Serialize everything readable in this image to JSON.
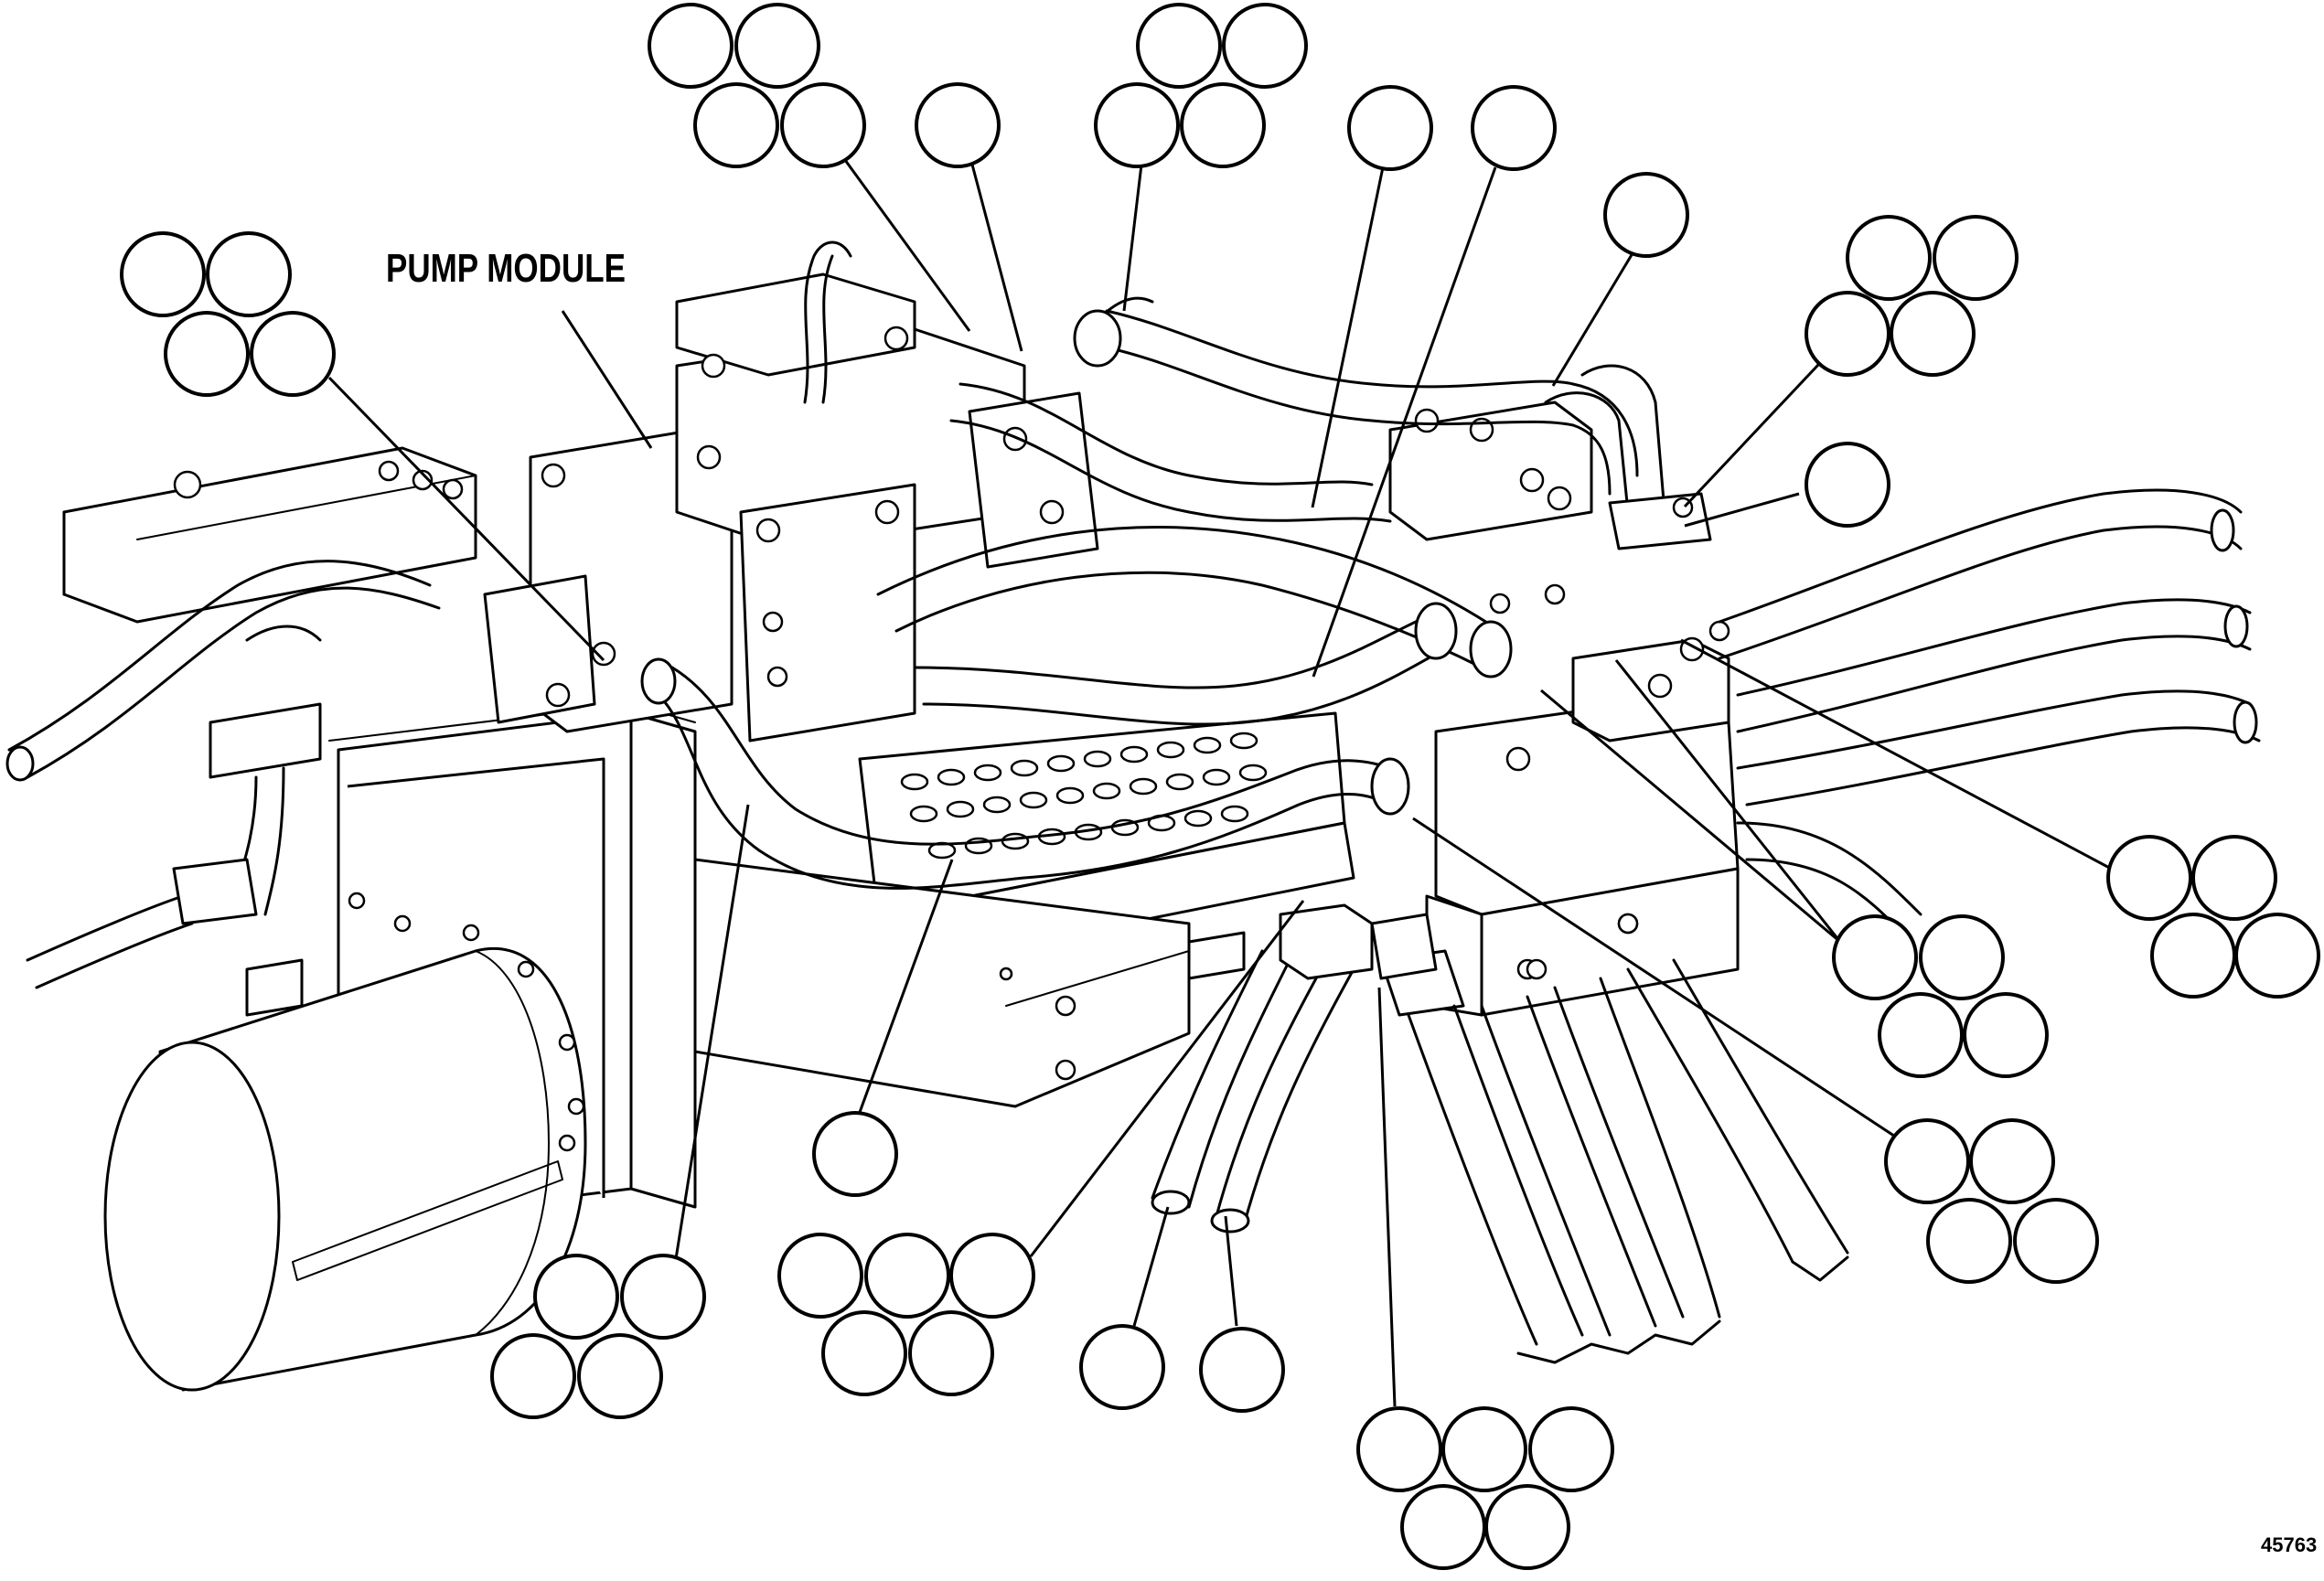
{
  "labels": {
    "pump_module": "PUMP MODULE",
    "figure_number": "45763"
  },
  "callout_groups": [
    {
      "id": "upper-left-cluster",
      "count": 4
    },
    {
      "id": "top-center-cluster",
      "count": 4
    },
    {
      "id": "top-single-a",
      "count": 1
    },
    {
      "id": "top-right-cluster",
      "count": 4
    },
    {
      "id": "top-single-b",
      "count": 1
    },
    {
      "id": "top-single-c",
      "count": 1
    },
    {
      "id": "top-single-d",
      "count": 1
    },
    {
      "id": "right-upper-cluster",
      "count": 4
    },
    {
      "id": "right-single",
      "count": 1
    },
    {
      "id": "right-middle-cluster",
      "count": 4
    },
    {
      "id": "right-lower-cluster",
      "count": 4
    },
    {
      "id": "right-bottom-cluster",
      "count": 4
    },
    {
      "id": "bottom-single-a",
      "count": 1
    },
    {
      "id": "bottom-left-cluster",
      "count": 4
    },
    {
      "id": "bottom-center-cluster",
      "count": 5
    },
    {
      "id": "bottom-single-b",
      "count": 1
    },
    {
      "id": "bottom-single-c",
      "count": 1
    },
    {
      "id": "bottom-right-cluster",
      "count": 5
    }
  ]
}
